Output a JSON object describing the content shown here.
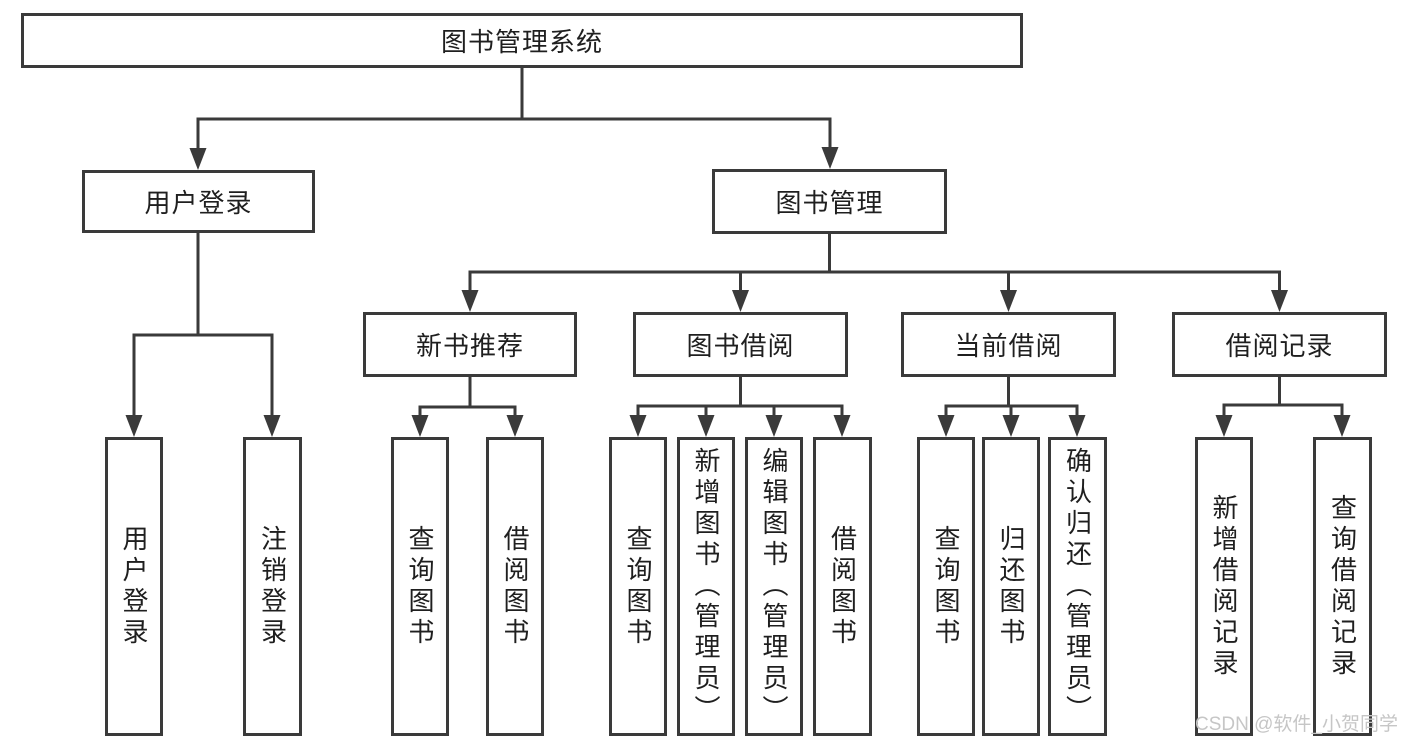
{
  "root": {
    "label": "图书管理系统"
  },
  "branches": [
    {
      "label": "用户登录",
      "children": [
        {
          "label": "用户登录"
        },
        {
          "label": "注销登录"
        }
      ]
    },
    {
      "label": "图书管理",
      "children": [
        {
          "label": "新书推荐",
          "children": [
            {
              "label": "查询图书"
            },
            {
              "label": "借阅图书"
            }
          ]
        },
        {
          "label": "图书借阅",
          "children": [
            {
              "label": "查询图书"
            },
            {
              "label": "新增图书（管理员）"
            },
            {
              "label": "编辑图书（管理员）"
            },
            {
              "label": "借阅图书"
            }
          ]
        },
        {
          "label": "当前借阅",
          "children": [
            {
              "label": "查询图书"
            },
            {
              "label": "归还图书"
            },
            {
              "label": "确认归还（管理员）"
            }
          ]
        },
        {
          "label": "借阅记录",
          "children": [
            {
              "label": "新增借阅记录"
            },
            {
              "label": "查询借阅记录"
            }
          ]
        }
      ]
    }
  ],
  "watermark": "CSDN @软件_小贺同学",
  "palette": {
    "line": "#3a3a3a",
    "text": "#1f1f1f",
    "watermark": "#c6c6c6",
    "background": "#ffffff"
  }
}
